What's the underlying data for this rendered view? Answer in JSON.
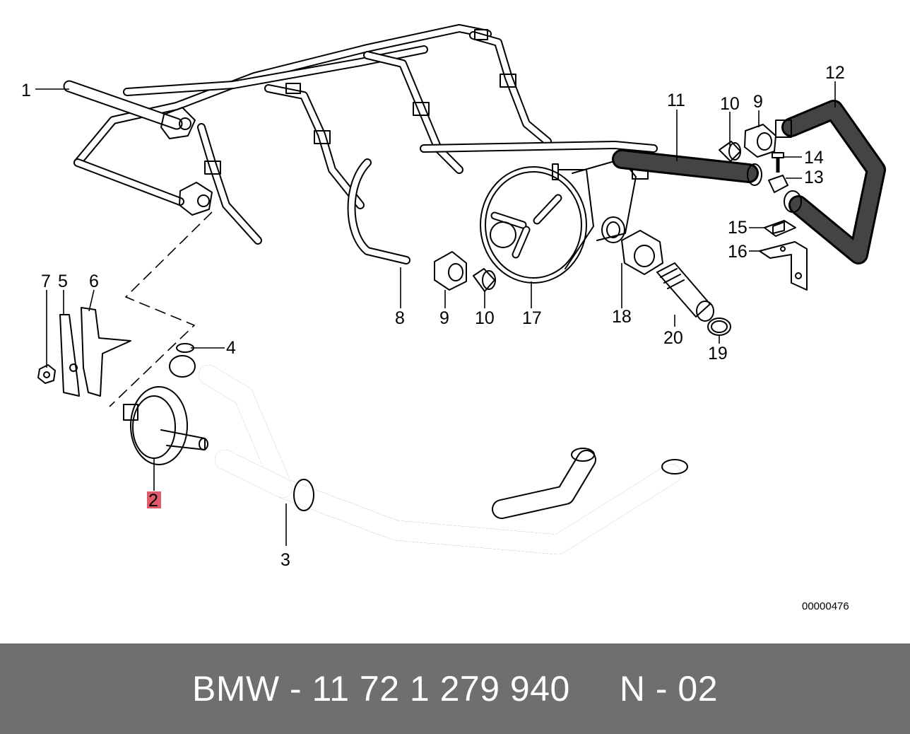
{
  "diagram": {
    "callouts": [
      {
        "id": "c1",
        "label": "1"
      },
      {
        "id": "c2",
        "label": "2",
        "highlight": true
      },
      {
        "id": "c3",
        "label": "3"
      },
      {
        "id": "c4",
        "label": "4"
      },
      {
        "id": "c5",
        "label": "5"
      },
      {
        "id": "c6",
        "label": "6"
      },
      {
        "id": "c7",
        "label": "7"
      },
      {
        "id": "c8",
        "label": "8"
      },
      {
        "id": "c9a",
        "label": "9"
      },
      {
        "id": "c10a",
        "label": "10"
      },
      {
        "id": "c17",
        "label": "17"
      },
      {
        "id": "c18",
        "label": "18"
      },
      {
        "id": "c20",
        "label": "20"
      },
      {
        "id": "c19",
        "label": "19"
      },
      {
        "id": "c11",
        "label": "11"
      },
      {
        "id": "c10b",
        "label": "10"
      },
      {
        "id": "c9b",
        "label": "9"
      },
      {
        "id": "c12",
        "label": "12"
      },
      {
        "id": "c14",
        "label": "14"
      },
      {
        "id": "c13",
        "label": "13"
      },
      {
        "id": "c15",
        "label": "15"
      },
      {
        "id": "c16",
        "label": "16"
      }
    ],
    "reference_number": "00000476",
    "highlight_color": "#e05a6a"
  },
  "footer": {
    "part_text": "BMW - 11 72 1 279 940",
    "position_text": "N - 02",
    "background": "#6f6f6f",
    "text_color": "#ffffff"
  }
}
